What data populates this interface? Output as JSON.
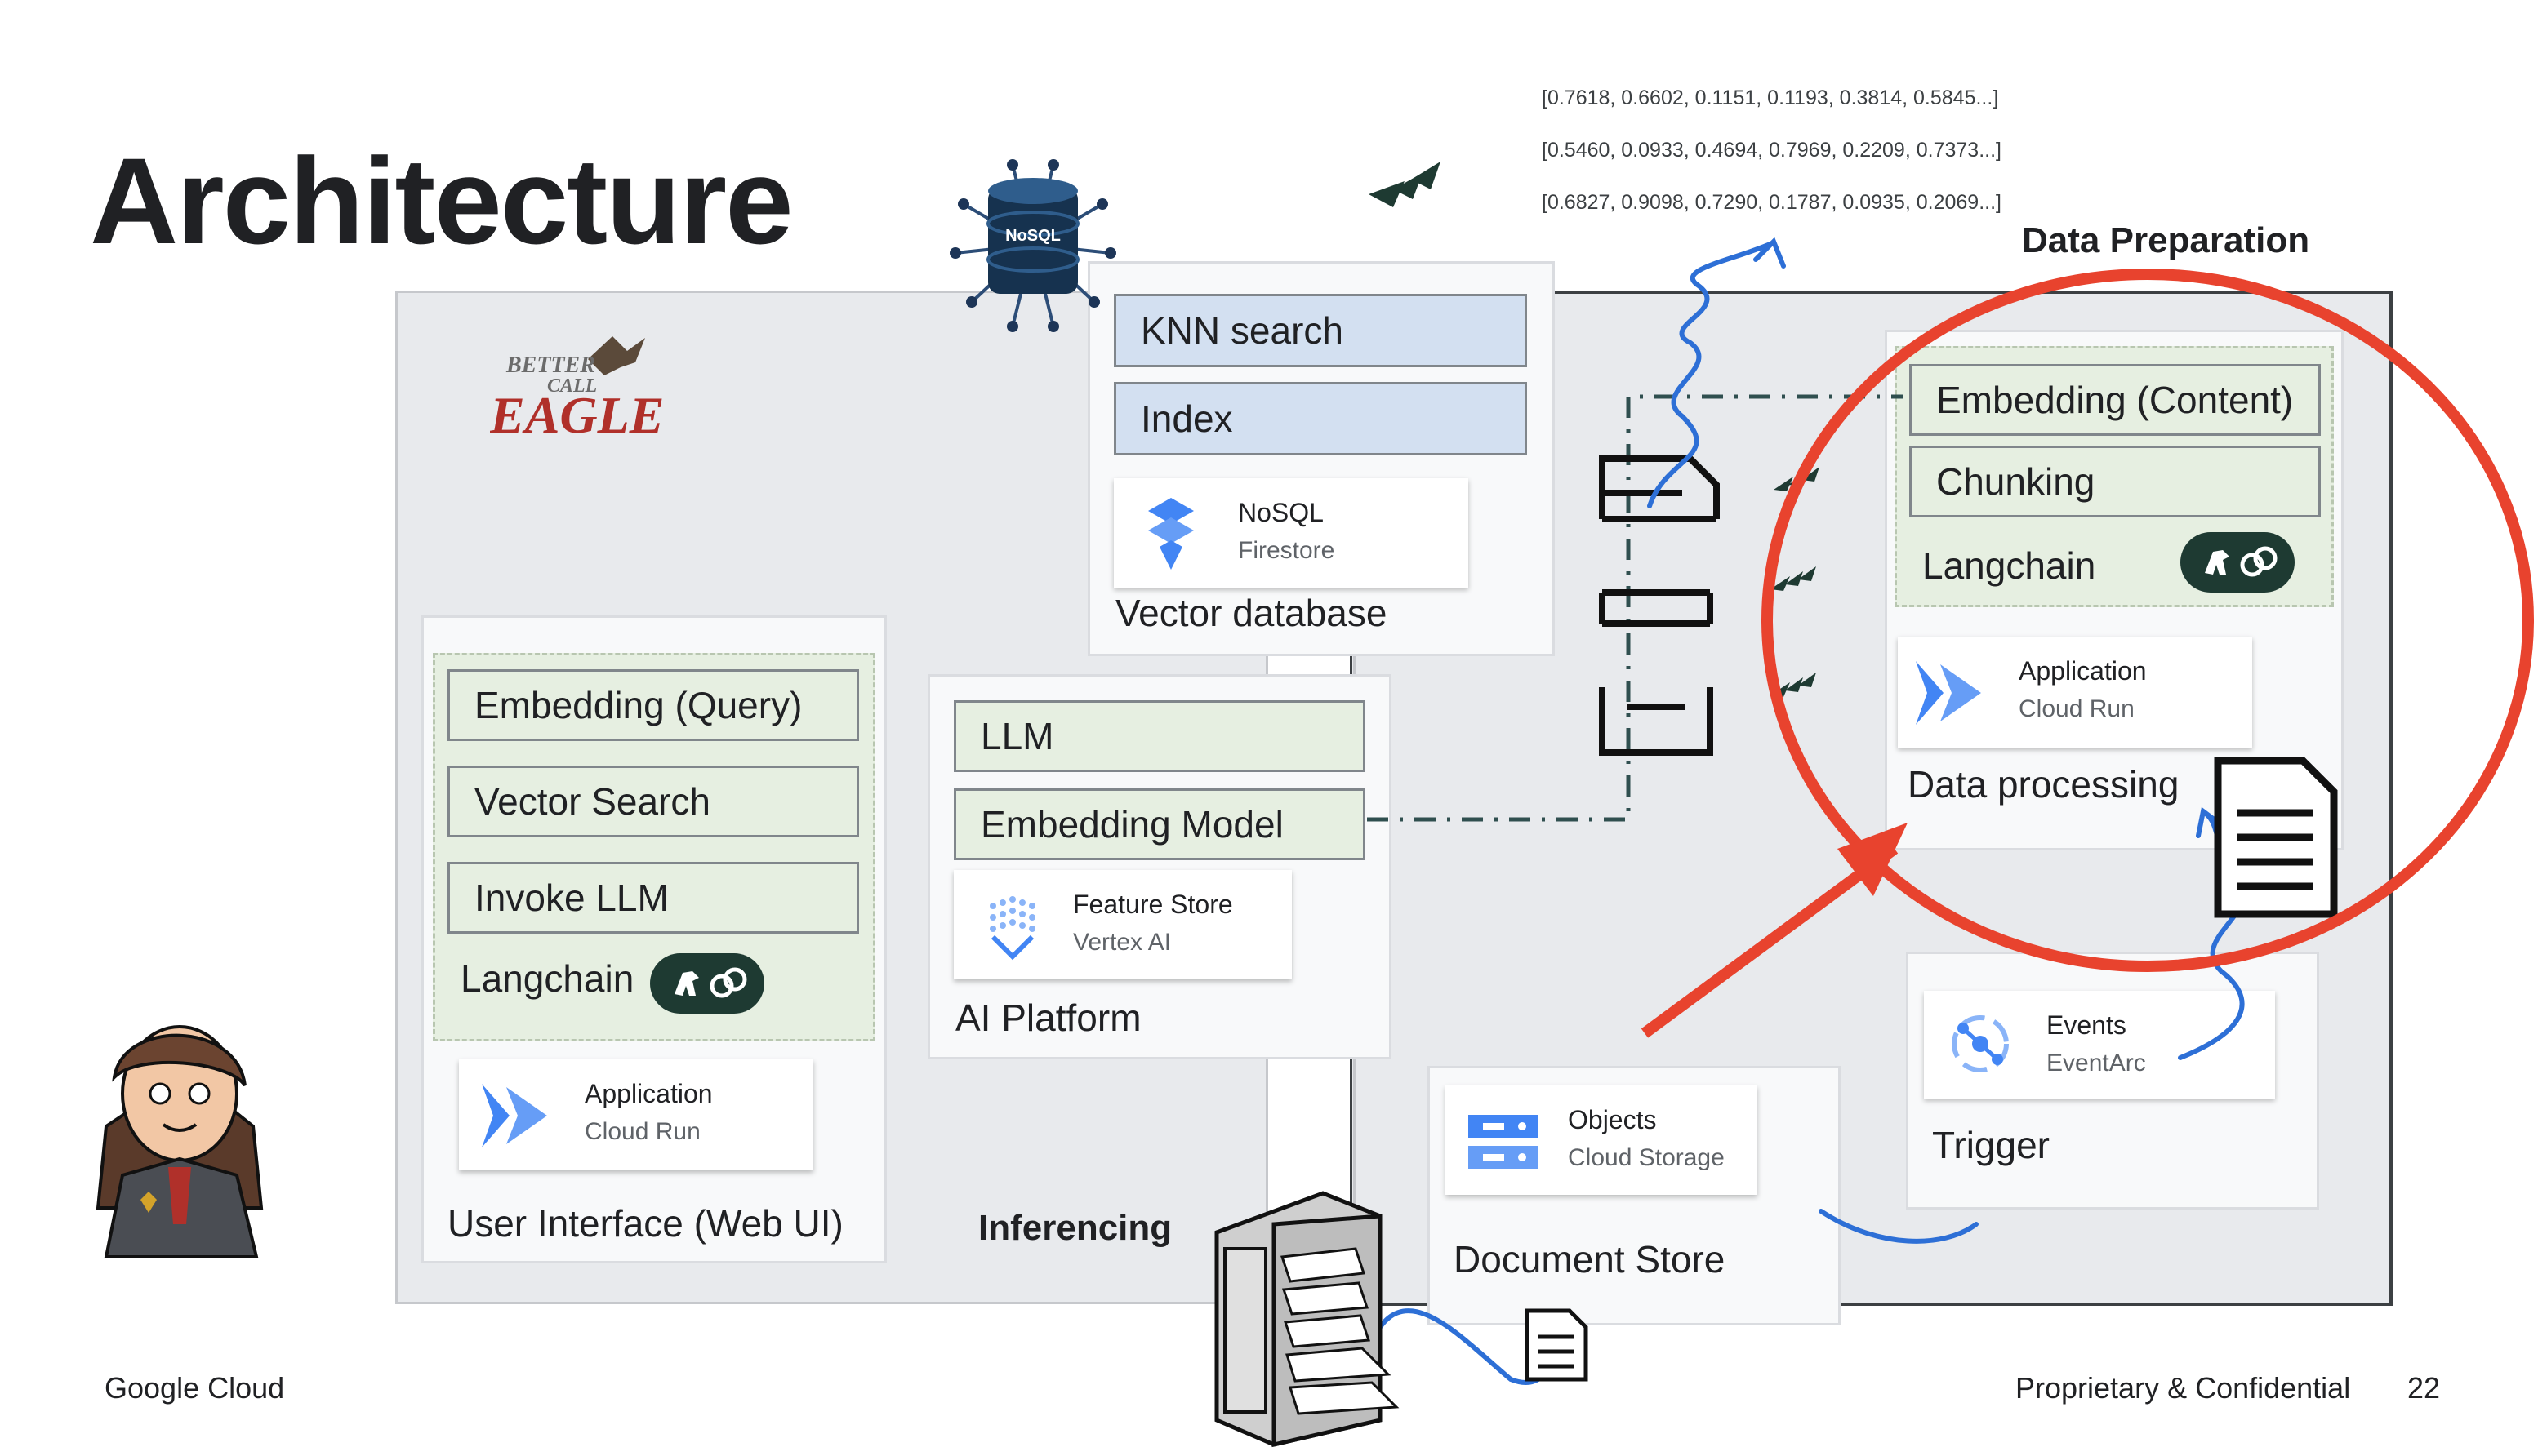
{
  "title": "Architecture",
  "vectors": [
    "[0.7618, 0.6602, 0.1151, 0.1193, 0.3814, 0.5845...]",
    "[0.5460, 0.0933, 0.4694, 0.7969, 0.2209, 0.7373...]",
    "[0.6827, 0.9098, 0.7290, 0.1787, 0.0935, 0.2069...]"
  ],
  "sections": {
    "inferencing": "Inferencing",
    "data_preparation": "Data Preparation"
  },
  "user_interface": {
    "label": "User Interface (Web UI)",
    "items": [
      "Embedding (Query)",
      "Vector Search",
      "Invoke LLM"
    ],
    "langchain": "Langchain",
    "service": {
      "name": "Application",
      "sub": "Cloud Run"
    }
  },
  "vector_database": {
    "label": "Vector database",
    "items": [
      "KNN search",
      "Index"
    ],
    "service": {
      "name": "NoSQL",
      "sub": "Firestore"
    },
    "icon_text": "NoSQL"
  },
  "ai_platform": {
    "label": "AI Platform",
    "items": [
      "LLM",
      "Embedding Model"
    ],
    "service": {
      "name": "Feature Store",
      "sub": "Vertex AI"
    }
  },
  "data_processing": {
    "label": "Data processing",
    "items": [
      "Embedding (Content)",
      "Chunking"
    ],
    "langchain": "Langchain",
    "service": {
      "name": "Application",
      "sub": "Cloud Run"
    }
  },
  "document_store": {
    "label": "Document Store",
    "service": {
      "name": "Objects",
      "sub": "Cloud Storage"
    }
  },
  "trigger": {
    "label": "Trigger",
    "service": {
      "name": "Events",
      "sub": "EventArc"
    }
  },
  "logo": {
    "line1": "BETTER",
    "line2": "CALL",
    "line3": "EAGLE"
  },
  "footer": {
    "left": "Google Cloud",
    "right": "Proprietary & Confidential",
    "page": "22"
  },
  "colors": {
    "red_annotation": "#e8432e",
    "blue_arrow": "#2d6fd6",
    "region_gray": "#e8eaed",
    "green_item": "#e6efe1",
    "blue_item": "#d3e0f1",
    "langchain_badge": "#1e3a32"
  }
}
